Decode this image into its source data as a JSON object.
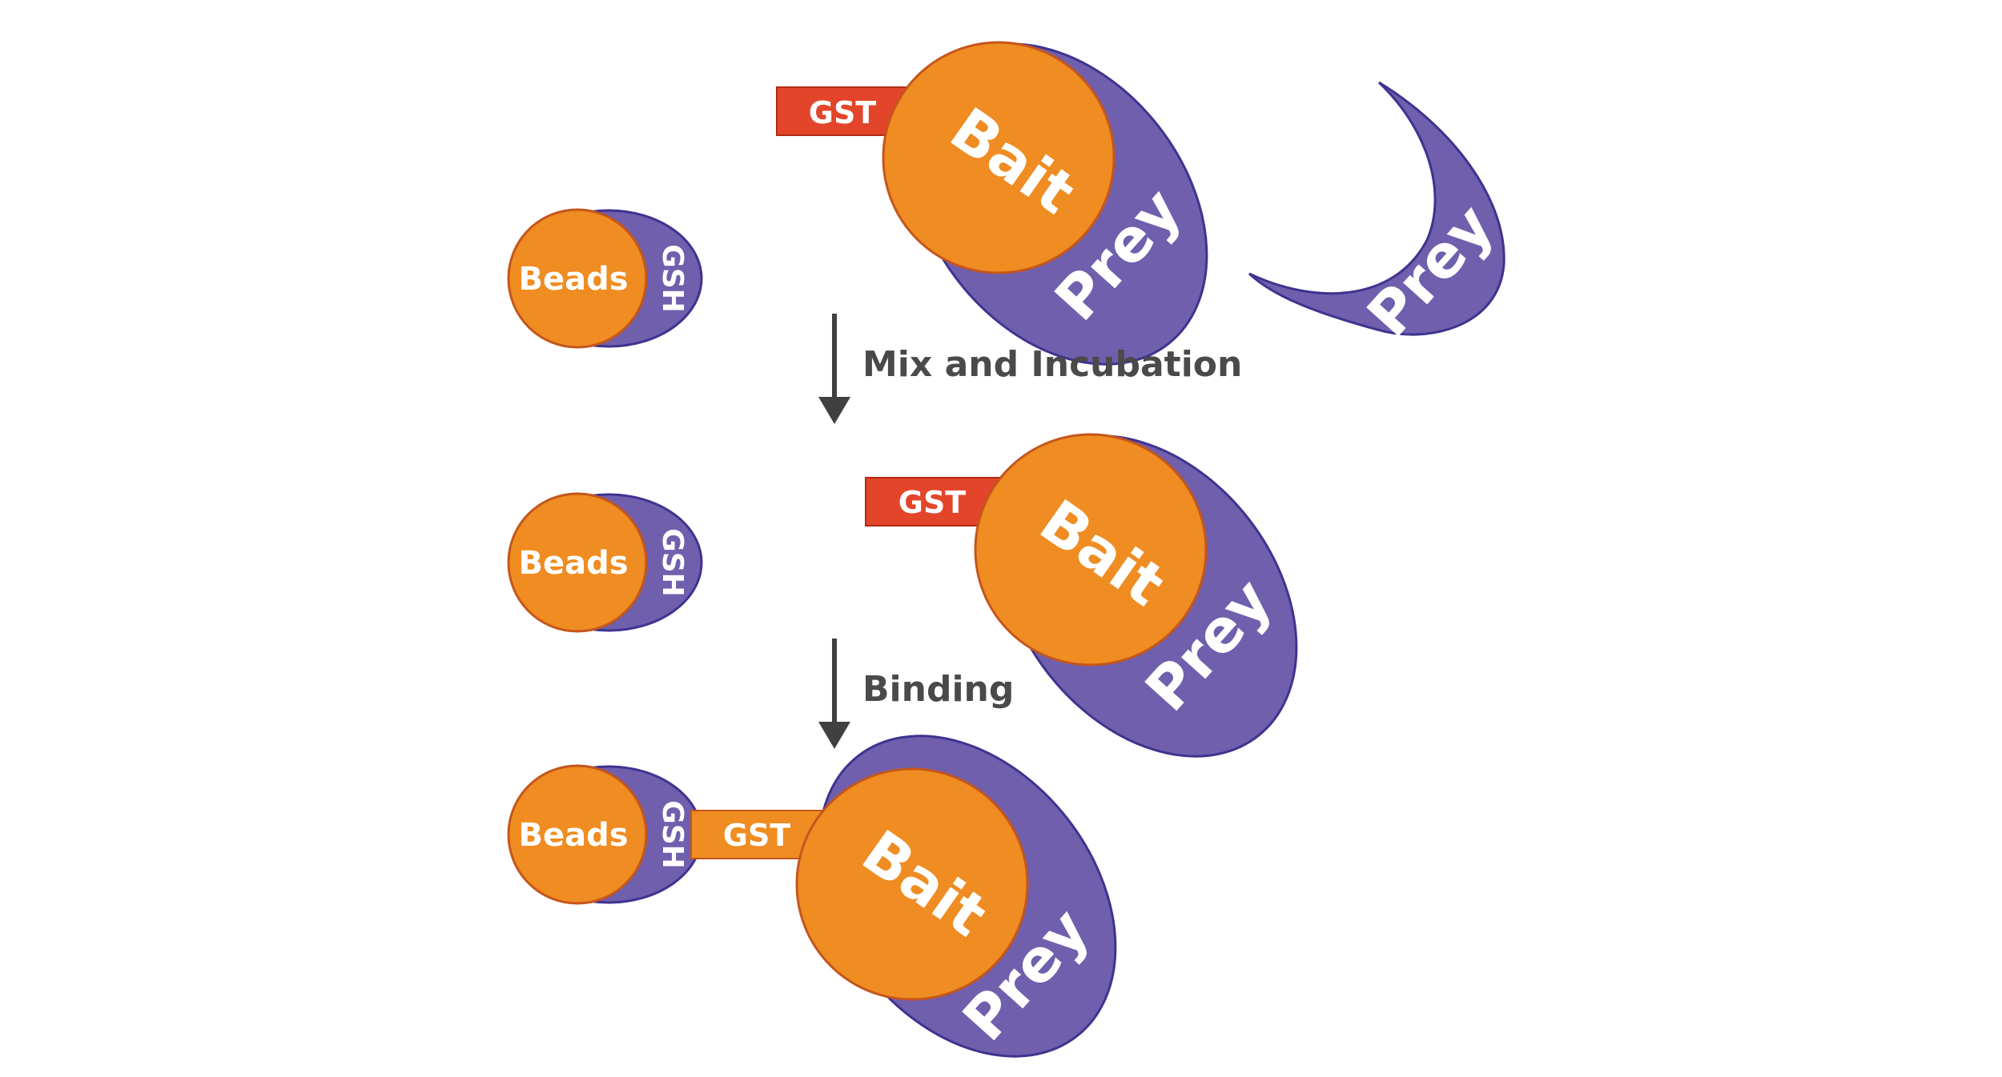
{
  "labels": {
    "beads": "Beads",
    "gsh": "GSH",
    "gst": "GST",
    "bait": "Bait",
    "prey": "Prey"
  },
  "steps": {
    "mix": "Mix and Incubation",
    "binding": "Binding"
  },
  "colors": {
    "orange": "#ef8c22",
    "orange_stroke": "#c4561c",
    "purple": "#6f5fad",
    "purple_stroke": "#3f3390",
    "red": "#e3452a",
    "red_stroke": "#b12a16",
    "arrow": "#404040"
  }
}
